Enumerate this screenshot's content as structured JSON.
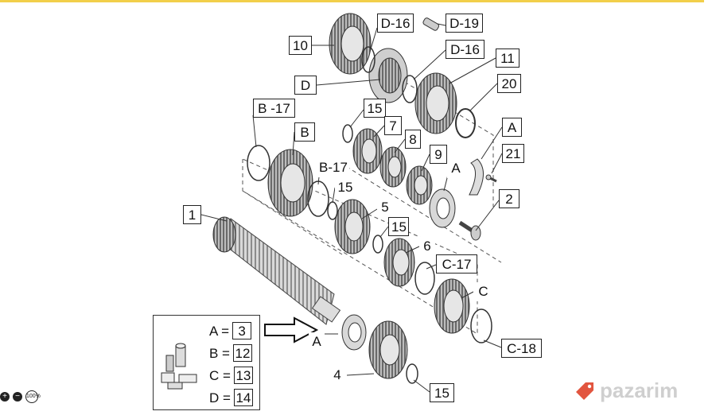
{
  "callouts": {
    "c10": "10",
    "cD16a": "D-16",
    "cD19": "D-19",
    "cD16b": "D-16",
    "c11": "11",
    "cD": "D",
    "c20": "20",
    "cB17a": "B -17",
    "c15a": "15",
    "c7": "7",
    "cB": "B",
    "c8": "8",
    "cA1": "A",
    "cB17b": "B-17",
    "c9": "9",
    "c21": "21",
    "c15b": "15",
    "cA2": "A",
    "c2": "2",
    "c1": "1",
    "c5": "5",
    "c15c": "15",
    "c6": "6",
    "cC17": "C-17",
    "cC": "C",
    "cA3": "A",
    "cC18": "C-18",
    "c4": "4",
    "c15d": "15"
  },
  "legend": {
    "rows": [
      {
        "key": "A =",
        "value": "3"
      },
      {
        "key": "B =",
        "value": "12"
      },
      {
        "key": "C =",
        "value": "13"
      },
      {
        "key": "D =",
        "value": "14"
      }
    ]
  },
  "watermark": {
    "text": "pazarim",
    "color": "#cfcfcf",
    "accent": "#e2553f"
  },
  "zoom": {
    "label": "100%"
  }
}
